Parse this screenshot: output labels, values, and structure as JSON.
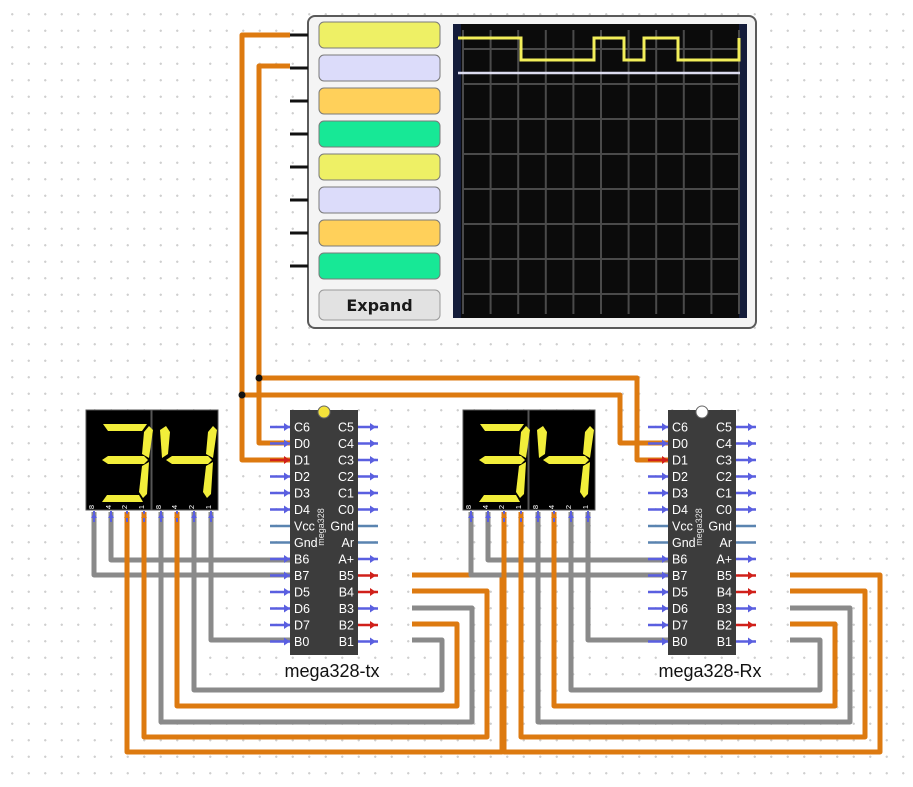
{
  "colors": {
    "wire_high": "#dd7a10",
    "wire_low": "#8a8a8a",
    "pin_blue": "#5a5fe0",
    "pin_red": "#d0201a",
    "pin_gray": "#5a84b0",
    "chip": "#3c3c3c",
    "segment_on": "#f2ee3a",
    "scope_bg": "#0b0b0b",
    "scope_trace": "#f2ee5a",
    "channel_colors": [
      "#eef065",
      "#dcdcfa",
      "#ffd05a",
      "#17e896",
      "#eef065",
      "#dcdcfa",
      "#ffd05a",
      "#17e896"
    ]
  },
  "oscilloscope": {
    "expand_label": "Expand",
    "channel_count": 8
  },
  "chips": [
    {
      "name": "mega328-tx",
      "part": "mega328",
      "status_indicator": "yellow",
      "left_pins": [
        "C6",
        "D0",
        "D1",
        "D2",
        "D3",
        "D4",
        "Vcc",
        "Gnd",
        "B6",
        "B7",
        "D5",
        "D6",
        "D7",
        "B0"
      ],
      "right_pins": [
        "C5",
        "C4",
        "C3",
        "C2",
        "C1",
        "C0",
        "Gnd",
        "Ar",
        "A+",
        "B5",
        "B4",
        "B3",
        "B2",
        "B1"
      ]
    },
    {
      "name": "mega328-Rx",
      "part": "mega328",
      "status_indicator": "white",
      "left_pins": [
        "C6",
        "D0",
        "D1",
        "D2",
        "D3",
        "D4",
        "Vcc",
        "Gnd",
        "B6",
        "B7",
        "D5",
        "D6",
        "D7",
        "B0"
      ],
      "right_pins": [
        "C5",
        "C4",
        "C3",
        "C2",
        "C1",
        "C0",
        "Gnd",
        "Ar",
        "A+",
        "B5",
        "B4",
        "B3",
        "B2",
        "B1"
      ]
    }
  ],
  "displays": [
    {
      "digits": [
        "3",
        "4"
      ],
      "pin_labels": [
        "8",
        "4",
        "2",
        "1",
        "8",
        "4",
        "2",
        "1"
      ]
    },
    {
      "digits": [
        "3",
        "4"
      ],
      "pin_labels": [
        "8",
        "4",
        "2",
        "1",
        "8",
        "4",
        "2",
        "1"
      ]
    }
  ]
}
